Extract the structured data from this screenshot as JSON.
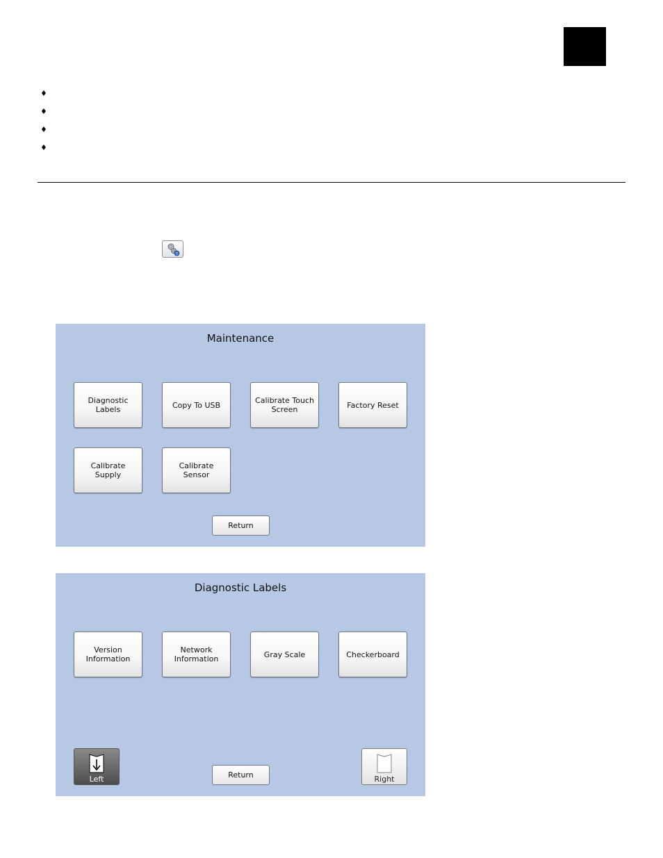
{
  "bullets": [
    "♦",
    "♦",
    "♦",
    "♦"
  ],
  "maintenance": {
    "title": "Maintenance",
    "buttons": [
      "Diagnostic Labels",
      "Copy To USB",
      "Calibrate Touch Screen",
      "Factory Reset",
      "Calibrate Supply",
      "Calibrate Sensor"
    ],
    "return_label": "Return"
  },
  "diagnostic": {
    "title": "Diagnostic Labels",
    "buttons": [
      "Version Information",
      "Network Information",
      "Gray Scale",
      "Checkerboard"
    ],
    "return_label": "Return",
    "left_label": "Left",
    "right_label": "Right"
  }
}
